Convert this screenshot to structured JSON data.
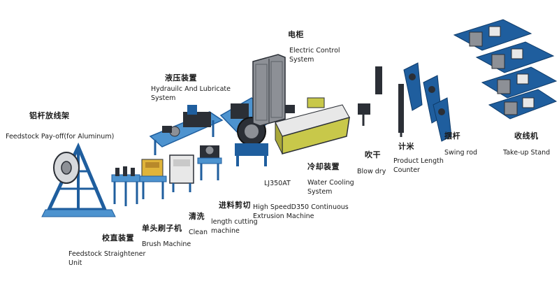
{
  "colors": {
    "frame_blue": "#1f5e9e",
    "light_blue": "#4d93cf",
    "dark_steel": "#2b2f36",
    "cabinet_gray": "#8d9096",
    "tank_yellow": "#c8c84a",
    "panel_white": "#e8e8e8",
    "text": "#1a1a1a"
  },
  "labels": {
    "payoff_cn": "铝杆放线架",
    "payoff_en": "Feedstock Pay-off(for Aluminum)",
    "straightener_cn": "校直装置",
    "straightener_en": "Feedstock Straightener\nUnit",
    "brush_cn": "单头刷子机",
    "brush_en": "Brush Machine",
    "clean_cn": "清洗",
    "clean_en": "Clean",
    "cutting_cn": "进料剪切",
    "cutting_en": "length cutting\nmachine",
    "hydraulic_cn": "液压装置",
    "hydraulic_en": "Hydrauilc And Lubricate\nSystem",
    "extrusion_model": "LJ350AT",
    "extrusion_en": "High SpeedD350 Continuous\nExtrusion Machine",
    "cabinet_cn": "电柜",
    "cabinet_en": "Electric Control\nSystem",
    "cooling_cn": "冷却装置",
    "cooling_en": "Water Cooling\nSystem",
    "blow_cn": "吹干",
    "blow_en": "Blow dry",
    "counter_cn": "计米",
    "counter_en": "Product Length\nCounter",
    "swing_cn": "摆杆",
    "swing_en": "Swing rod",
    "takeup_cn": "收线机",
    "takeup_en": "Take-up Stand"
  }
}
